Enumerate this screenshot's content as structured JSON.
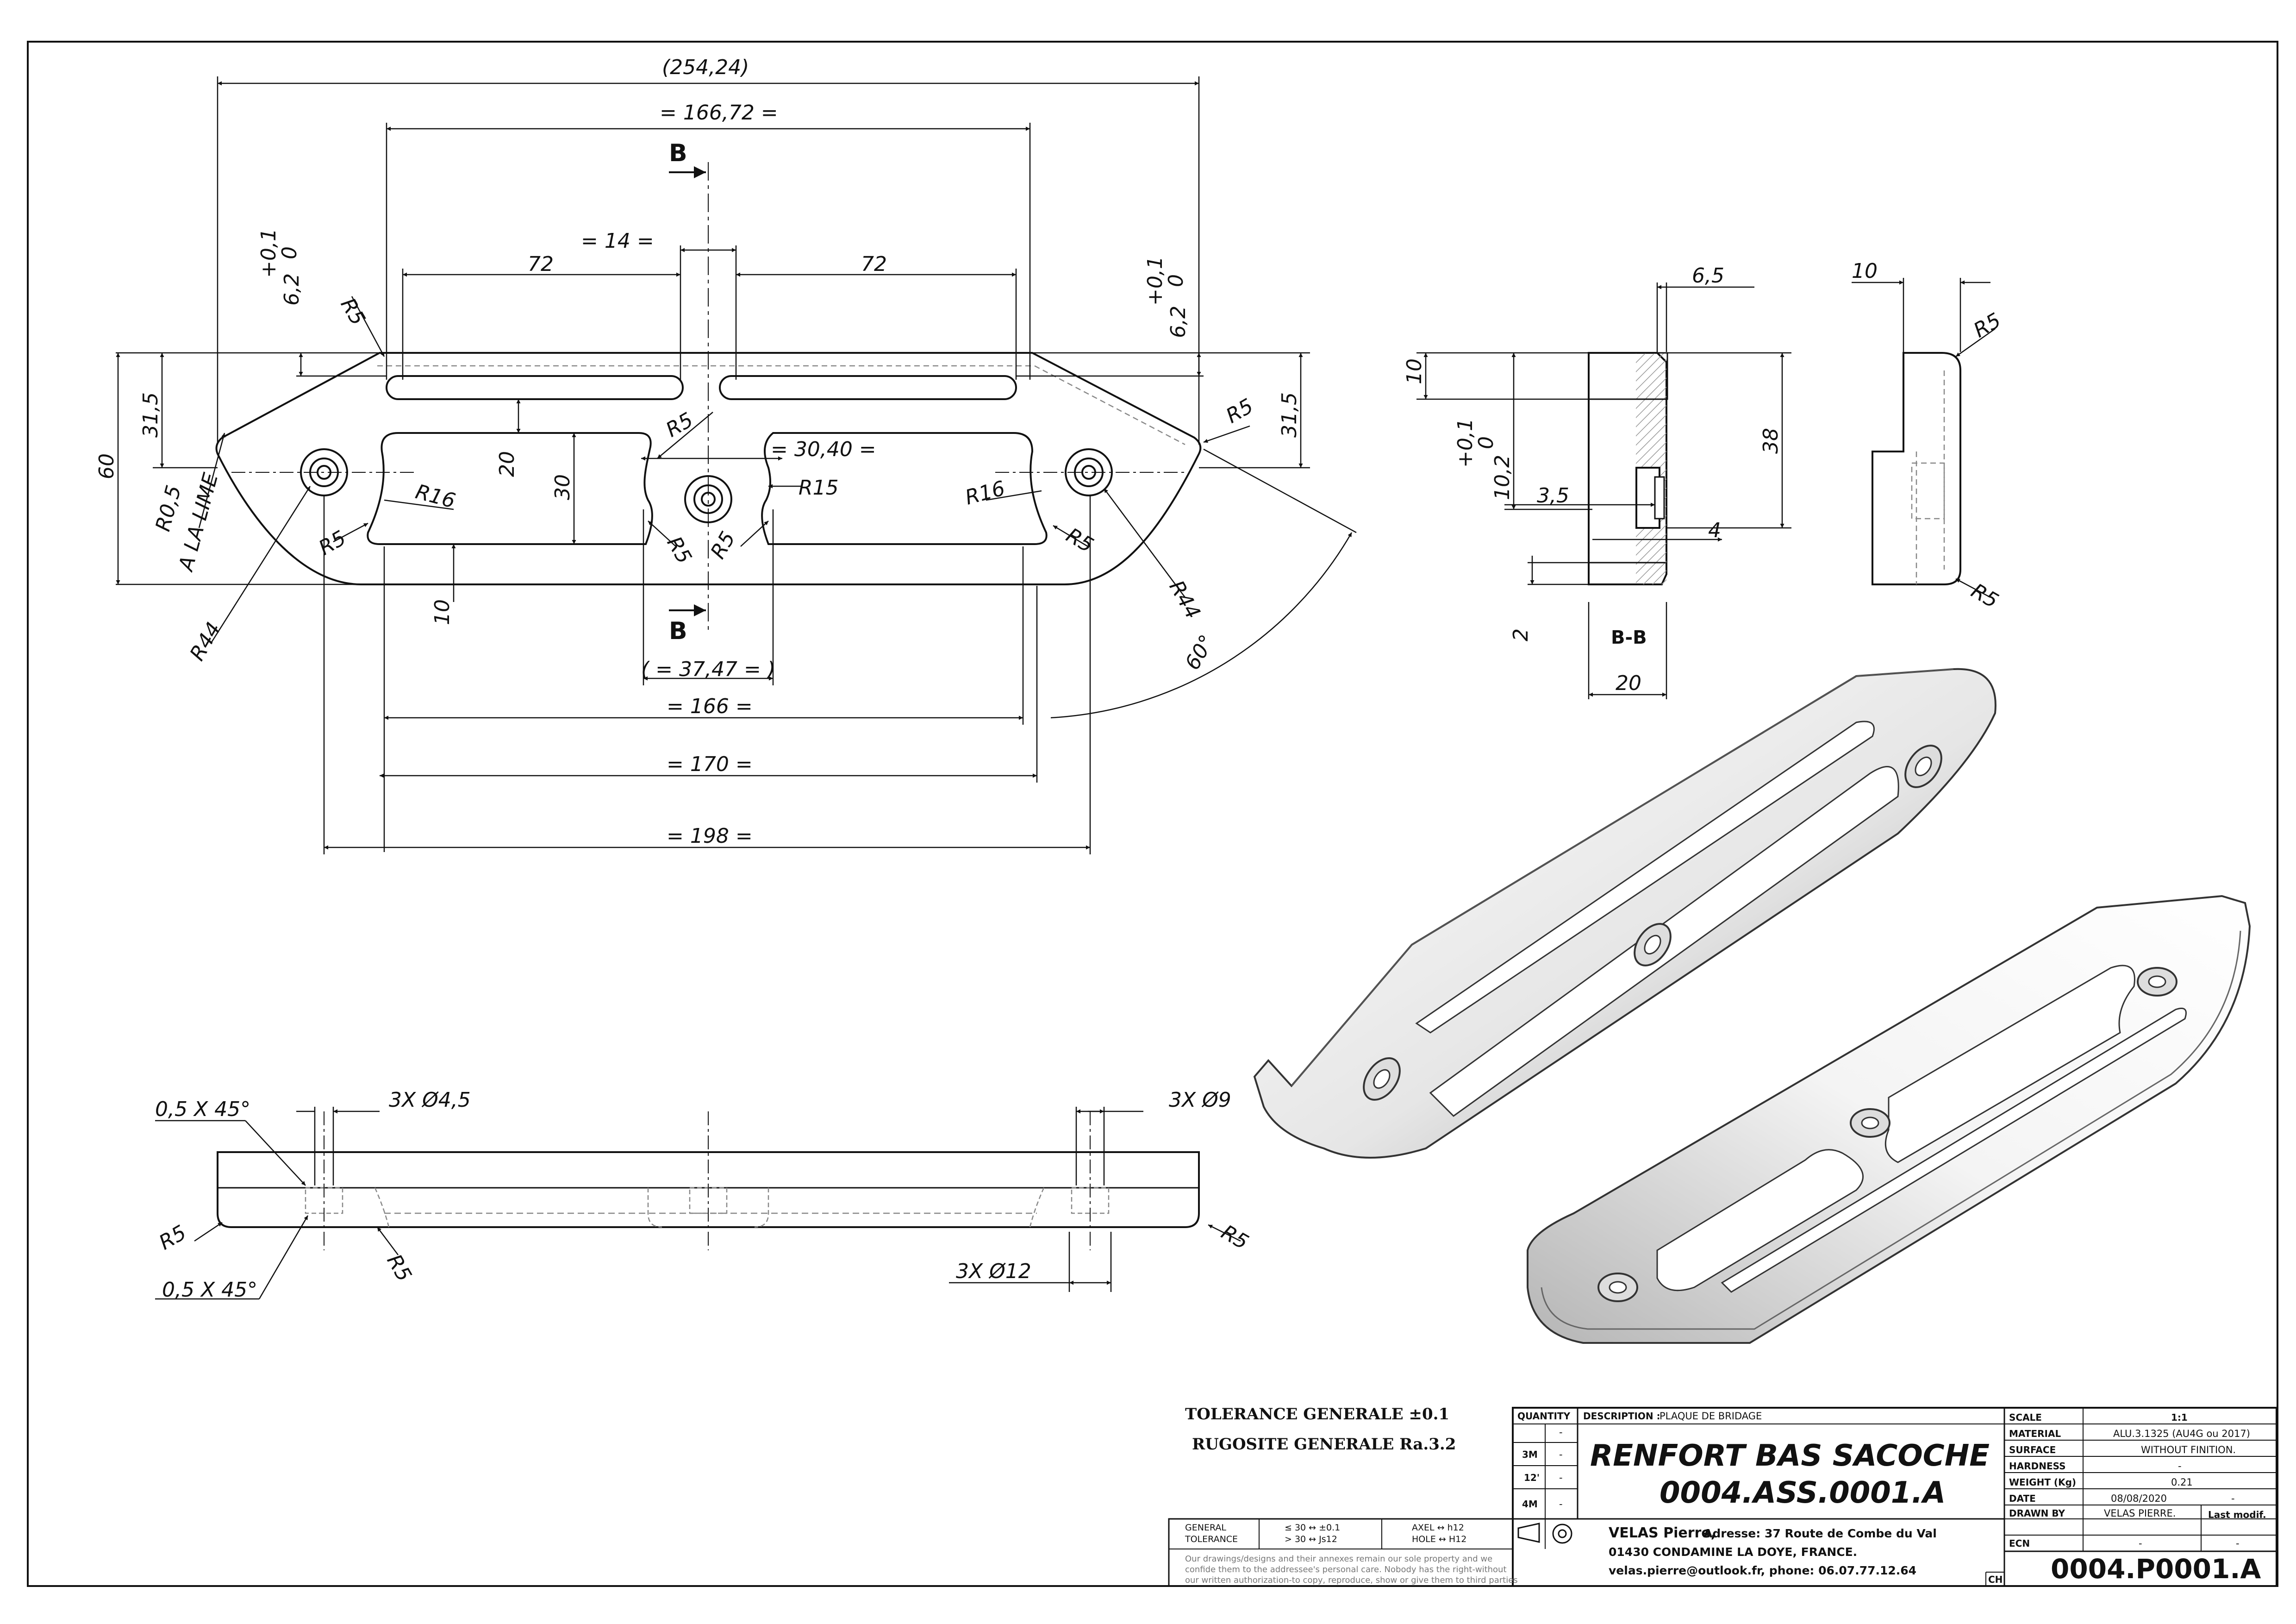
{
  "top_view": {
    "section_mark": "B",
    "dims": {
      "overall": "(254,24)",
      "d166_72": "= 166,72 =",
      "d14": "= 14 =",
      "d72_left": "72",
      "d72_right": "72",
      "tol_left": "+0,1",
      "tol_left_zero": "0",
      "tol_right": "+0,1",
      "tol_right_zero": "0",
      "d6_2_left": "6,2",
      "d6_2_right": "6,2",
      "d31_5_left": "31,5",
      "d31_5_right": "31,5",
      "d60": "60",
      "d20": "20",
      "d30": "30",
      "d10": "10",
      "d30_40": "= 30,40 =",
      "d37_47": "( = 37,47 = )",
      "d166": "= 166 =",
      "d170": "= 170 =",
      "d198": "= 198 =",
      "angle": "60°",
      "r5_top_left": "R5",
      "r5_right": "R5",
      "r5_center": "R5",
      "r5_slot_left": "R5",
      "r5_mid_a": "R5",
      "r5_mid_b": "R5",
      "r5_slot_right": "R5",
      "r16_left": "R16",
      "r16_right": "R16",
      "r15": "R15",
      "r44_left": "R44",
      "r44_right": "R44",
      "r05": "R0,5",
      "file_note": "A LA LIME"
    }
  },
  "section_view": {
    "label": "B-B",
    "dims": {
      "d6_5": "6,5",
      "d10": "10",
      "d38": "38",
      "tol": "+0,1",
      "tol_zero": "0",
      "d10_2": "10,2",
      "d3_5": "3,5",
      "d4": "4",
      "d2": "2",
      "d20": "20"
    }
  },
  "end_view": {
    "dims": {
      "d10": "10",
      "r5_top": "R5",
      "r5_bottom": "R5"
    }
  },
  "front_view": {
    "dims": {
      "chamfer_top": "0,5 X 45°",
      "chamfer_bottom": "0,5 X 45°",
      "holes_4_5": "3X Ø4,5",
      "holes_9": "3X Ø9",
      "holes_12": "3X Ø12",
      "r5_left": "R5",
      "r5_left_b": "R5",
      "r5_right": "R5"
    }
  },
  "notes": {
    "tolerance": "TOLERANCE GENERALE ±0.1",
    "roughness": "RUGOSITE GENERALE Ra.3.2"
  },
  "title_block": {
    "quantity_header": "QUANTITY",
    "quantity_rows": [
      {
        "label": "",
        "value": "-"
      },
      {
        "label": "3M",
        "value": "-"
      },
      {
        "label": "12'",
        "value": "-"
      },
      {
        "label": "4M",
        "value": "-"
      }
    ],
    "description_label": "DESCRIPTION :",
    "description_value": "PLAQUE DE BRIDAGE",
    "title": "RENFORT BAS SACOCHE",
    "assembly_number": "0004.ASS.0001.A",
    "tolerance_general": "GENERAL",
    "tolerance_tol": "TOLERANCE",
    "tol_row1": "≤ 30  ↔  ±0.1",
    "tol_row2": "> 30  ↔  Js12",
    "axel": "AXEL   ↔   h12",
    "hole": "HOLE   ↔   H12",
    "disclaimer_1": "Our drawings/designs and their annexes remain our sole property and we",
    "disclaimer_2": "confide them to the addressee's personal care. Nobody has the right-without",
    "disclaimer_3": "our written authorization-to copy, reproduce, show or give them to third parties",
    "author_name": "VELAS Pierre,",
    "address_1": "Adresse: 37 Route de Combe du Val",
    "address_2": "01430 CONDAMINE LA DOYE, FRANCE.",
    "contact": "velas.pierre@outlook.fr, phone: 06.07.77.12.64",
    "country_code": "CH",
    "props": [
      {
        "label": "SCALE",
        "value": "1:1"
      },
      {
        "label": "MATERIAL",
        "value": "ALU.3.1325 (AU4G ou 2017)"
      },
      {
        "label": "SURFACE",
        "value": "WITHOUT FINITION."
      },
      {
        "label": "HARDNESS",
        "value": "-"
      },
      {
        "label": "WEIGHT (Kg)",
        "value": "0.21"
      }
    ],
    "date_label": "DATE",
    "date_value": "08/08/2020",
    "date_extra": "-",
    "drawn_label": "DRAWN BY",
    "drawn_value": "VELAS PIERRE.",
    "last_modif": "Last modif.",
    "ecn_label": "ECN",
    "ecn_value": "-",
    "ecn_extra": "-",
    "drawing_number": "0004.P0001.A"
  }
}
